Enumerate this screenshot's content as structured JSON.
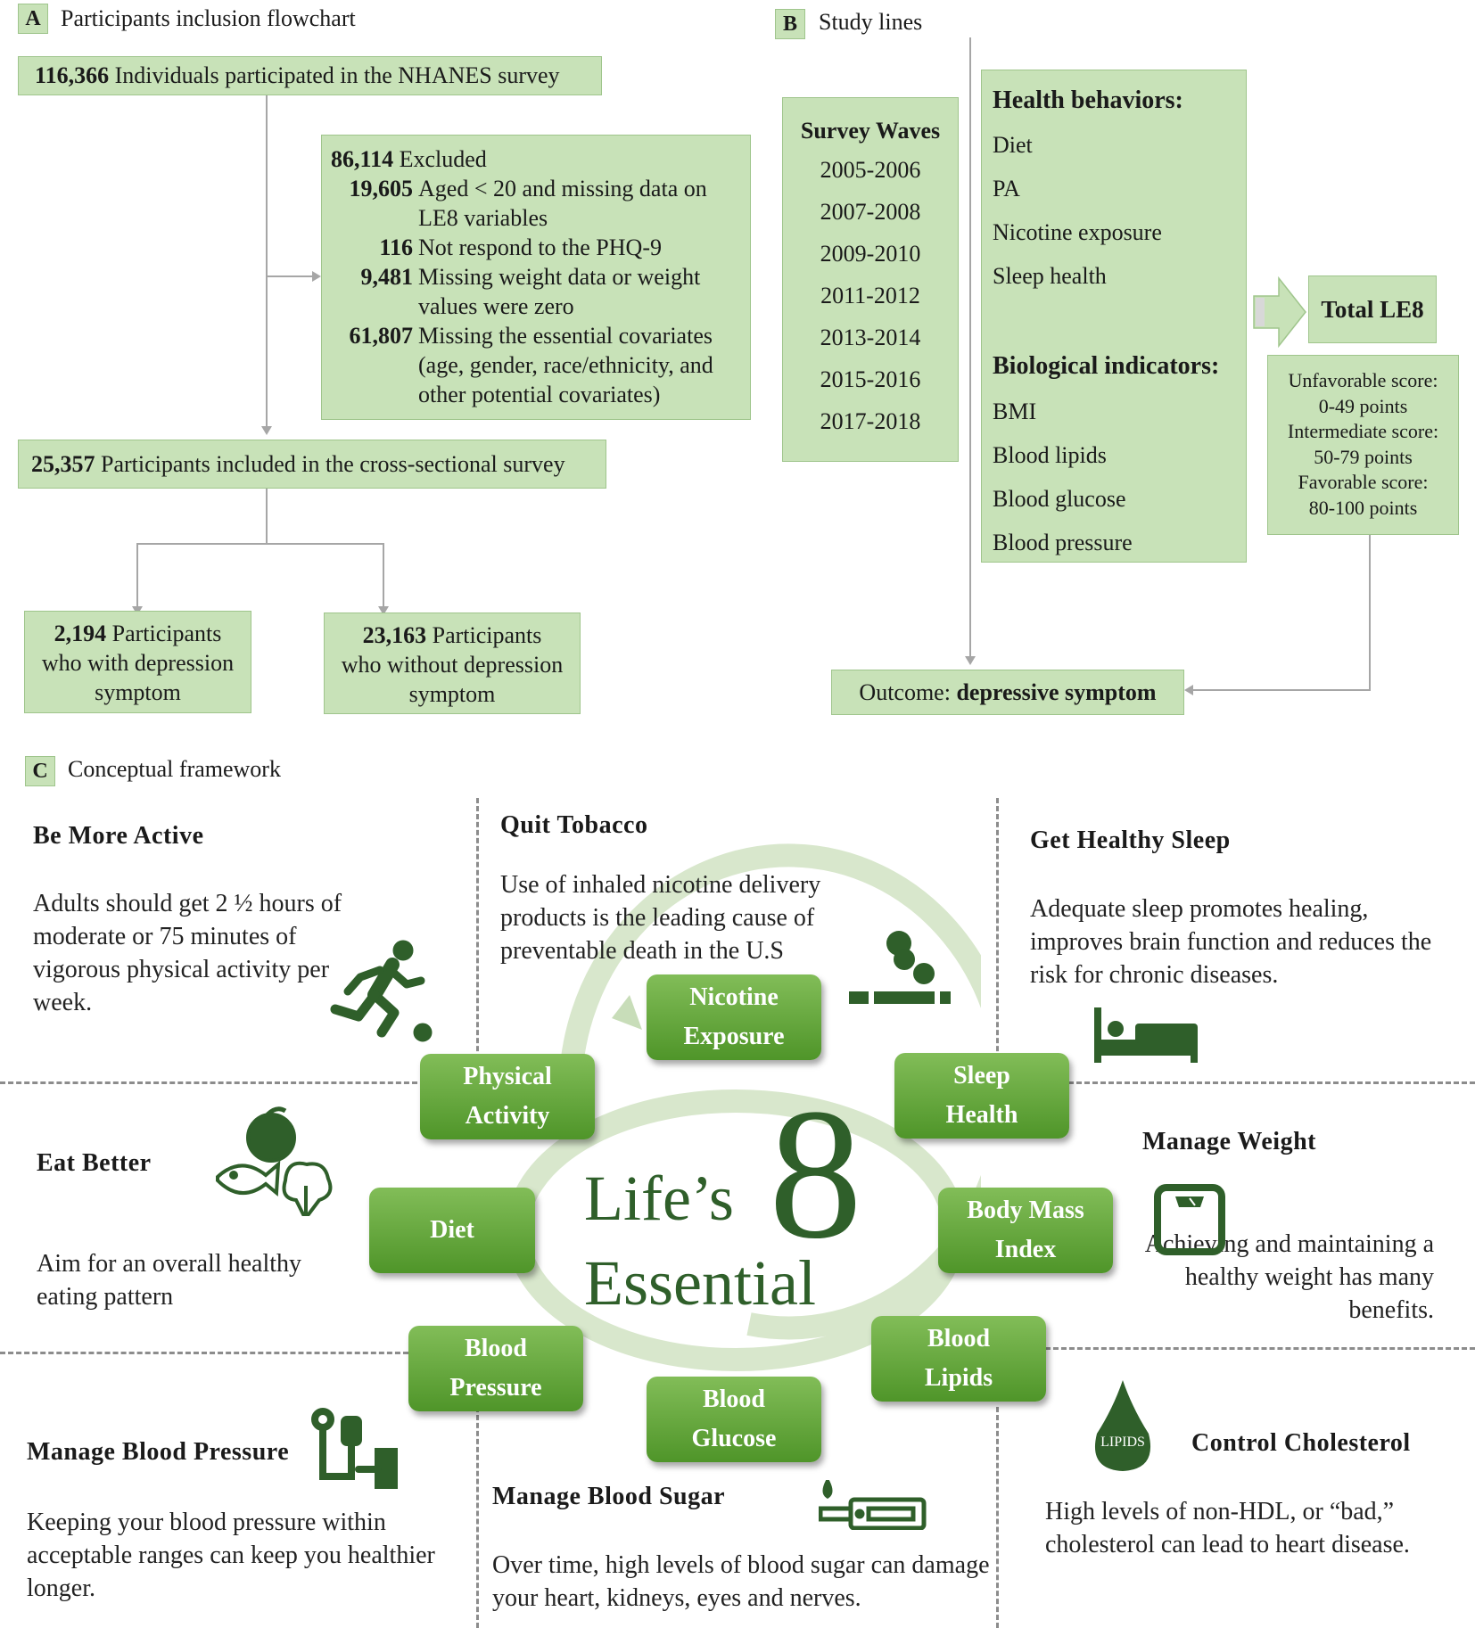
{
  "panelA": {
    "tag": "A",
    "title": "Participants inclusion flowchart",
    "top_box": {
      "num": "116,366",
      "text": " Individuals participated in the NHANES survey"
    },
    "excluded": {
      "num": "86,114",
      "label": " Excluded",
      "items": [
        {
          "num": "19,605",
          "text": "Aged < 20 and missing data on LE8 variables"
        },
        {
          "num": "116",
          "text": "Not respond to the PHQ-9"
        },
        {
          "num": "9,481",
          "text": "Missing weight data or weight values were zero"
        },
        {
          "num": "61,807",
          "text": "Missing the essential covariates (age, gender, race/ethnicity, and other potential covariates)"
        }
      ]
    },
    "included": {
      "num": "25,357",
      "text": " Participants included in the cross-sectional survey"
    },
    "with_dep": {
      "num": "2,194",
      "text1": " Participants",
      "text2": "who with depression symptom"
    },
    "without_dep": {
      "num": "23,163",
      "text1": " Participants",
      "text2": "who without depression symptom"
    }
  },
  "panelB": {
    "tag": "B",
    "title": "Study lines",
    "survey_title": "Survey Waves",
    "waves": [
      "2005-2006",
      "2007-2008",
      "2009-2010",
      "2011-2012",
      "2013-2014",
      "2015-2016",
      "2017-2018"
    ],
    "health_title": "Health behaviors:",
    "health_items": [
      "Diet",
      "PA",
      "Nicotine exposure",
      "Sleep health"
    ],
    "bio_title": "Biological indicators:",
    "bio_items": [
      "BMI",
      "Blood lipids",
      "Blood glucose",
      "Blood pressure"
    ],
    "total_label": "Total LE8",
    "scores": [
      "Unfavorable score:",
      "0-49 points",
      "Intermediate score:",
      "50-79 points",
      "Favorable score:",
      "80-100 points"
    ],
    "outcome_label": "Outcome: ",
    "outcome_value": "depressive symptom"
  },
  "panelC": {
    "tag": "C",
    "title": "Conceptual framework",
    "center_line1": "Life’s",
    "center_line2": "Essential",
    "center_num": "8",
    "pills": {
      "nicotine": "Nicotine\nExposure",
      "activity": "Physical\nActivity",
      "sleep": "Sleep\nHealth",
      "diet": "Diet",
      "bmi": "Body Mass\nIndex",
      "bp": "Blood\nPressure",
      "lipids": "Blood\nLipids",
      "glucose": "Blood\nGlucose"
    },
    "lipids_icon_text": "LIPIDS",
    "sections": {
      "active": {
        "title": "Be More Active",
        "desc": "Adults should get 2 ½ hours of moderate or 75 minutes of vigorous physical activity per week."
      },
      "tobacco": {
        "title": "Quit Tobacco",
        "desc": "Use of inhaled nicotine delivery products is the leading cause of preventable death in the U.S"
      },
      "sleep": {
        "title": "Get Healthy Sleep",
        "desc": "Adequate sleep promotes healing, improves brain function and reduces the risk for chronic diseases."
      },
      "eat": {
        "title": "Eat Better",
        "desc": "Aim for an overall healthy eating pattern"
      },
      "weight": {
        "title": "Manage Weight",
        "desc": "Achieving and maintaining a healthy weight has many benefits."
      },
      "bp": {
        "title": "Manage Blood Pressure",
        "desc": "Keeping your blood pressure within acceptable ranges can keep you healthier longer."
      },
      "sugar": {
        "title": "Manage Blood Sugar",
        "desc": "Over time, high levels of blood sugar can damage your heart, kidneys, eyes and nerves."
      },
      "chol": {
        "title": "Control Cholesterol",
        "desc": "High levels of non-HDL, or “bad,” cholesterol can lead to heart disease."
      }
    }
  }
}
